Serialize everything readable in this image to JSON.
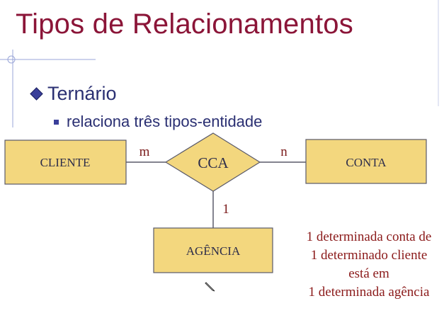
{
  "slide": {
    "title": "Tipos de Relacionamentos",
    "bullet_level1": "Ternário",
    "bullet_level2": "relaciona três tipos-entidade"
  },
  "diagram": {
    "entities": {
      "cliente": "CLIENTE",
      "conta": "CONTA",
      "agencia": "AGÊNCIA"
    },
    "relationship": "CCA",
    "cardinalities": {
      "cliente": "m",
      "conta": "n",
      "agencia": "1"
    }
  },
  "note_lines": [
    "1 determinada conta de",
    "1 determinado cliente",
    "está em",
    "1 determinada agência"
  ],
  "colors": {
    "title": "#8b1538",
    "bullet_text": "#2a2f72",
    "entity_fill": "#f3d77e",
    "entity_stroke": "#5a5a6a",
    "note_text": "#8b1a1a"
  }
}
